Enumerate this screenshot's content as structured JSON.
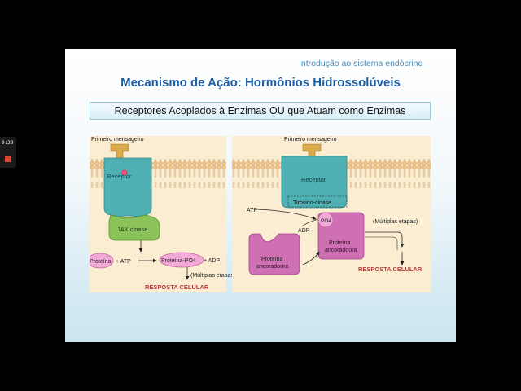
{
  "recorder": {
    "time": "0:29"
  },
  "slide": {
    "header": "Introdução ao sistema endócrino",
    "title": "Mecanismo de Ação: Hormônios Hidrossolúveis",
    "subtitle": "Receptores Acoplados à Enzimas OU que Atuam como Enzimas"
  },
  "left_panel": {
    "messenger": "Primeiro mensageiro",
    "receptor": "Receptor",
    "jak": "JAK cinase",
    "protein": "Proteína",
    "atp": "+ ATP",
    "protein_po4": "Proteína-PO4",
    "adp": "+ ADP",
    "steps": "(Múltiplas etapas)",
    "response": "RESPOSTA CELULAR"
  },
  "right_panel": {
    "messenger": "Primeiro mensageiro",
    "receptor": "Receptor",
    "tyrosine": "Tirosino-cinase",
    "atp": "ATP",
    "adp": "ADP",
    "po4": "PO4",
    "anchor_top1": "Proteína",
    "anchor_top2": "ancoradoura",
    "anchor_bottom1": "Proteína",
    "anchor_bottom2": "ancoradoura",
    "steps": "(Múltiplas etapas)",
    "response": "RESPOSTA CELULAR"
  },
  "colors": {
    "title": "#1d5fa4",
    "receptor": "#4fb1b4",
    "jak": "#8bc25a",
    "protein": "#c4669e",
    "membrane": "#f2c78c",
    "response": "#c0393b"
  }
}
